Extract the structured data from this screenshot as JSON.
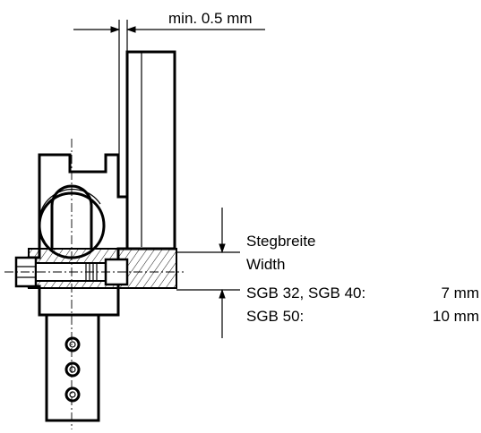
{
  "labels": {
    "gap": "min. 0.5 mm",
    "web_width_de": "Stegbreite",
    "web_width_en": "Width",
    "model_1": "SGB 32, SGB 40:",
    "value_1": "7 mm",
    "model_2": "SGB 50:",
    "value_2": "10 mm"
  }
}
